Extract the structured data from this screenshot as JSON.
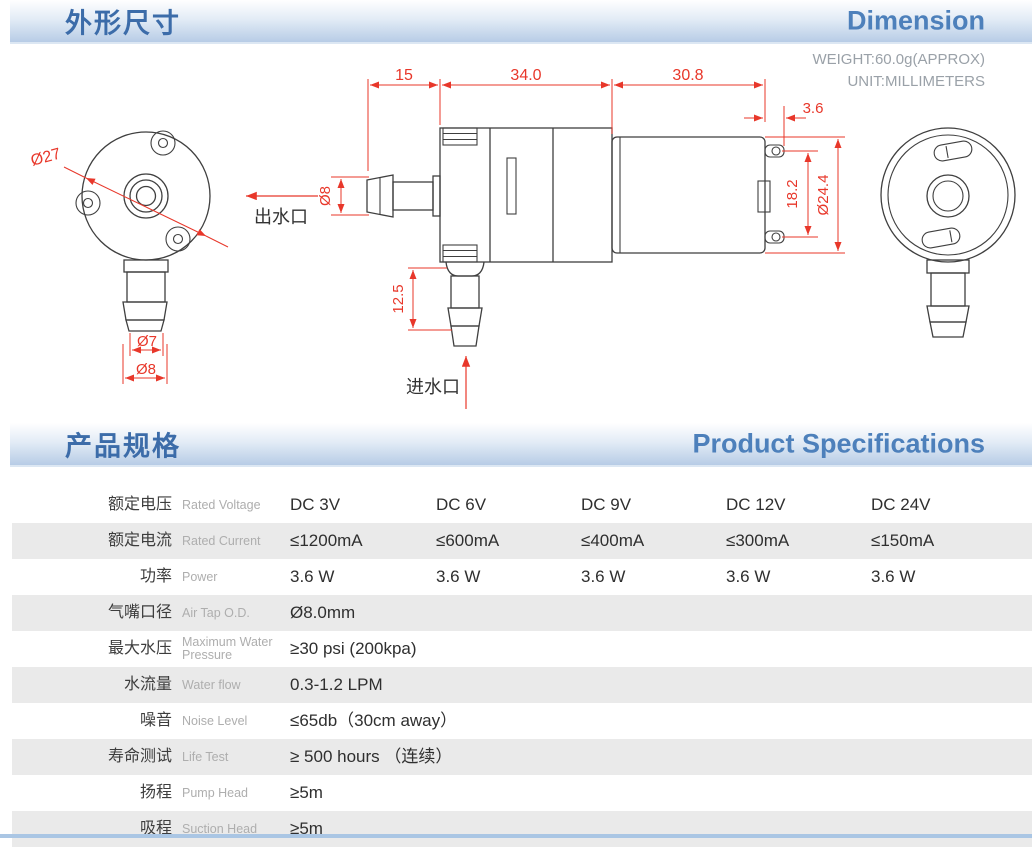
{
  "sections": {
    "dimension": {
      "title_zh": "外形尺寸",
      "title_en": "Dimension"
    },
    "specs": {
      "title_zh": "产品规格",
      "title_en": "Product Specifications"
    }
  },
  "drawing": {
    "weight_note": "WEIGHT:60.0g(APPROX)",
    "unit_note": "UNIT:MILLIMETERS",
    "labels": {
      "outlet": "出水口",
      "inlet": "进水口"
    },
    "dims": {
      "front_diameter": "Ø27",
      "front_barb_tip_od": "Ø7",
      "front_barb_od": "Ø8",
      "outlet_od": "Ø8",
      "outlet_len": "15",
      "head_len": "34.0",
      "motor_len": "30.8",
      "terminal_len": "3.6",
      "terminal_pitch": "18.2",
      "motor_od": "Ø24.4",
      "inlet_len": "12.5"
    }
  },
  "table": {
    "rows": [
      {
        "zh": "额定电压",
        "en": "Rated Voltage",
        "values": [
          "DC 3V",
          "DC 6V",
          "DC 9V",
          "DC 12V",
          "DC 24V"
        ]
      },
      {
        "zh": "额定电流",
        "en": "Rated Current",
        "values": [
          "≤1200mA",
          "≤600mA",
          "≤400mA",
          "≤300mA",
          "≤150mA"
        ]
      },
      {
        "zh": "功率",
        "en": "Power",
        "values": [
          "3.6 W",
          "3.6 W",
          "3.6 W",
          "3.6 W",
          "3.6 W"
        ]
      },
      {
        "zh": "气嘴口径",
        "en": "Air Tap O.D.",
        "values": [
          "Ø8.0mm"
        ]
      },
      {
        "zh": "最大水压",
        "en": "Maximum Water Pressure",
        "values": [
          "≥30 psi (200kpa)"
        ]
      },
      {
        "zh": "水流量",
        "en": "Water flow",
        "values": [
          "0.3-1.2 LPM"
        ]
      },
      {
        "zh": "噪音",
        "en": "Noise Level",
        "values": [
          "≤65db（30cm away）"
        ]
      },
      {
        "zh": "寿命测试",
        "en": "Life Test",
        "values": [
          "≥ 500 hours （连续）"
        ]
      },
      {
        "zh": "扬程",
        "en": "Pump Head",
        "values": [
          "≥5m"
        ]
      },
      {
        "zh": "吸程",
        "en": "Suction Head",
        "values": [
          "≥5m"
        ]
      }
    ]
  },
  "colors": {
    "accent_red": "#e8372a",
    "title_blue_zh": "#3c6ca9",
    "title_blue_en": "#4d80bb",
    "bar_gradient_bottom": "#b7cce6",
    "row_shade": "#eaeaea",
    "note_gray": "#9aa1a8",
    "line_dark": "#3f3f3f",
    "bottom_strip": "#aac6e4"
  }
}
